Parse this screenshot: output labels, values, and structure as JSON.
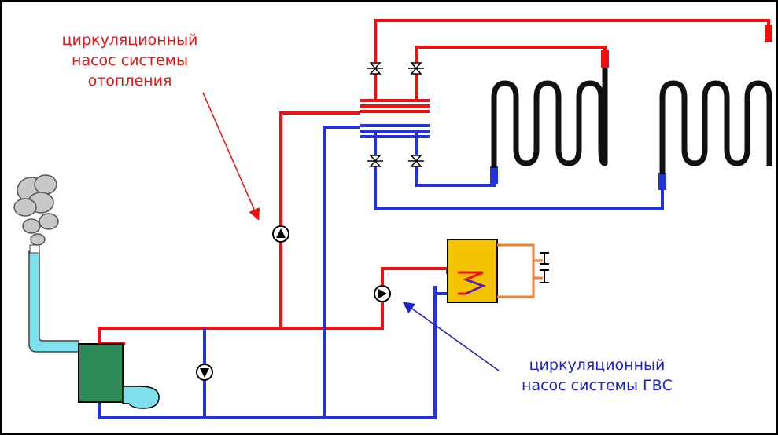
{
  "labels": {
    "heating_pump": [
      "циркуляционный",
      "насос системы",
      "отопления"
    ],
    "dhw_pump": [
      "циркуляционный",
      "насос системы ГВС"
    ]
  },
  "colors": {
    "supply": "#ee1111",
    "return": "#2233dd",
    "radiator": "#111111",
    "boiler": "#2e8b57",
    "flue": "#7fdfea",
    "dhw_tank": "#f5c400",
    "dhw_outlet": "#f08030",
    "smoke": "#c8c8c8",
    "label_heating": "#ee1111",
    "label_dhw": "#1a22cc"
  }
}
